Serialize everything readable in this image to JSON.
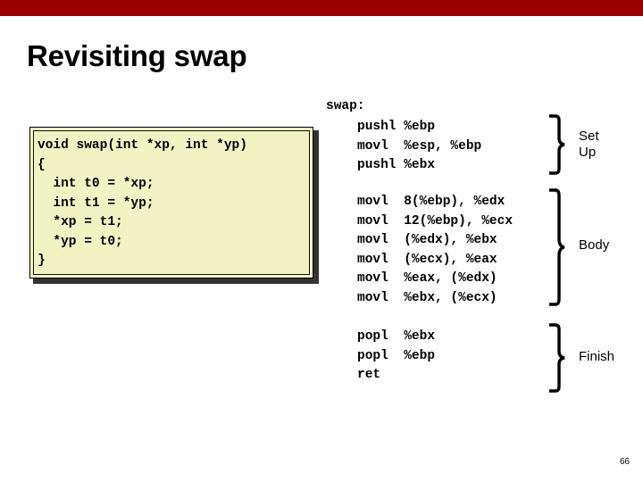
{
  "slide": {
    "title": "Revisiting swap",
    "page_number": "66",
    "banner_color": "#990000",
    "background_color": "#ffffff",
    "code_box_color": "#f2f2c4"
  },
  "c_code": {
    "language": "C",
    "text": "void swap(int *xp, int *yp)\n{\n  int t0 = *xp;\n  int t1 = *yp;\n  *xp = t1;\n  *yp = t0;\n}"
  },
  "assembly": {
    "label": "swap:",
    "sections": [
      {
        "name": "Set Up",
        "label": "Set\nUp",
        "text": "pushl %ebp\nmovl  %esp, %ebp\npushl %ebx",
        "instructions": [
          {
            "mnemonic": "pushl",
            "operands": "%ebp"
          },
          {
            "mnemonic": "movl",
            "operands": "%esp, %ebp"
          },
          {
            "mnemonic": "pushl",
            "operands": "%ebx"
          }
        ]
      },
      {
        "name": "Body",
        "label": "Body",
        "text": "movl  8(%ebp), %edx\nmovl  12(%ebp), %ecx\nmovl  (%edx), %ebx\nmovl  (%ecx), %eax\nmovl  %eax, (%edx)\nmovl  %ebx, (%ecx)",
        "instructions": [
          {
            "mnemonic": "movl",
            "operands": "8(%ebp), %edx"
          },
          {
            "mnemonic": "movl",
            "operands": "12(%ebp), %ecx"
          },
          {
            "mnemonic": "movl",
            "operands": "(%edx), %ebx"
          },
          {
            "mnemonic": "movl",
            "operands": "(%ecx), %eax"
          },
          {
            "mnemonic": "movl",
            "operands": "%eax, (%edx)"
          },
          {
            "mnemonic": "movl",
            "operands": "%ebx, (%ecx)"
          }
        ]
      },
      {
        "name": "Finish",
        "label": "Finish",
        "text": "popl  %ebx\npopl  %ebp\nret",
        "instructions": [
          {
            "mnemonic": "popl",
            "operands": "%ebx"
          },
          {
            "mnemonic": "popl",
            "operands": "%ebp"
          },
          {
            "mnemonic": "ret",
            "operands": ""
          }
        ]
      }
    ]
  }
}
